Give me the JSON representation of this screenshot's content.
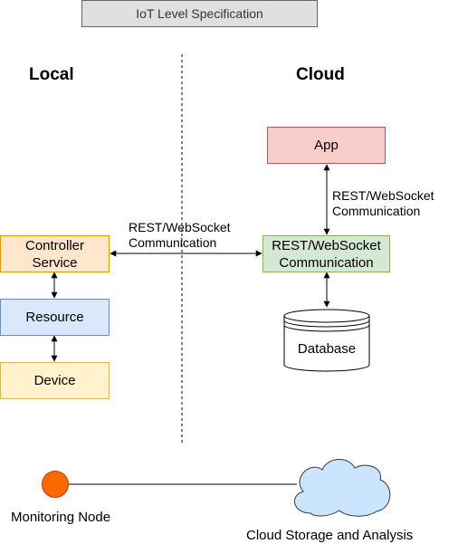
{
  "title": "IoT Level Specification",
  "sections": {
    "local": "Local",
    "cloud": "Cloud"
  },
  "local": {
    "controller_service": {
      "line1": "Controller",
      "line2": "Service"
    },
    "resource": "Resource",
    "device": "Device"
  },
  "cloud": {
    "app": "App",
    "rest_node": {
      "line1": "REST/WebSocket",
      "line2": "Communication"
    },
    "database": "Database"
  },
  "edge_labels": {
    "local_to_cloud": {
      "line1": "REST/WebSocket",
      "line2": "Communication"
    },
    "app_to_rest": {
      "line1": "REST/WebSocket",
      "line2": "Communication"
    }
  },
  "bottom": {
    "monitoring_node": "Monitoring Node",
    "cloud_storage": "Cloud Storage and Analysis"
  },
  "colors": {
    "title_fill": "#e0e0e0",
    "title_stroke": "#666666",
    "controller_fill": "#ffe6cc",
    "controller_stroke": "#d79b00",
    "resource_fill": "#dae8fc",
    "resource_stroke": "#6c8ebf",
    "device_fill": "#fff2cc",
    "device_stroke": "#d6b656",
    "app_fill": "#f8cecc",
    "app_stroke": "#b85450",
    "rest_fill": "#d5e8d4",
    "rest_stroke": "#82b366",
    "node_fill": "#fa6800",
    "node_stroke": "#c73500",
    "cloud_fill": "#cce5ff",
    "cloud_stroke": "#36393d"
  }
}
